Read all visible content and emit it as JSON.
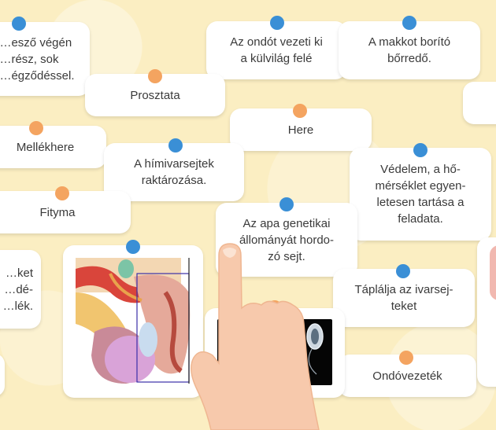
{
  "cards": {
    "c1": "…esző végén\n…rész, sok\n…égződéssel.",
    "c2": "Az ondót vezeti ki\na külvilág felé",
    "c3": "A makkot borító\nbőrredő.",
    "c4": "Prosztata",
    "c5": "Here",
    "c6": "Mellékhere",
    "c7": "A hímivarsejtek\nraktározása.",
    "c8": "Védelem, a hő-\nmérséklet egyen-\nletesen tartása a\nfeladata.",
    "c9": "Fityma",
    "c10": "Az apa genetikai\nállományát hordo-\nzó sejt.",
    "c11": "…ket\n…dé-\n…lék.",
    "c12": "Táplálja az ivarsej-\nteket",
    "c13": "Ondóvezeték"
  },
  "colors": {
    "pin_blue": "#3a8fd6",
    "pin_orange": "#f4a460",
    "hand": "#f7c9ac"
  }
}
